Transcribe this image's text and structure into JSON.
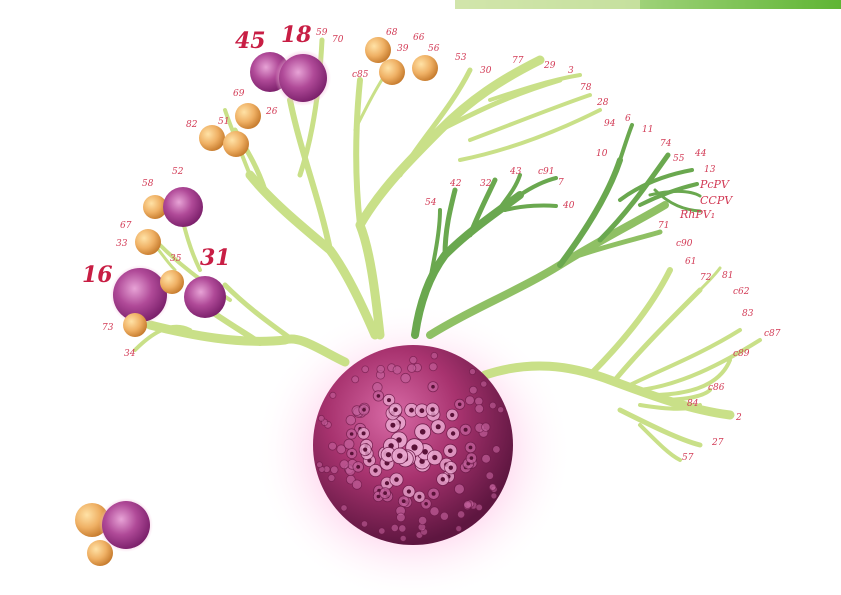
{
  "labels": {
    "type_45": "45",
    "type_18": "18",
    "type_16": "16",
    "type_31": "31",
    "l59": "59",
    "l70": "70",
    "l68": "68",
    "l39": "39",
    "l66": "66",
    "l56": "56",
    "lc85": "c85",
    "l53": "53",
    "l30": "30",
    "l77": "77",
    "l29": "29",
    "l3": "3",
    "l78": "78",
    "l28": "28",
    "l94": "94",
    "l6": "6",
    "l11": "11",
    "l74": "74",
    "l44": "44",
    "l10": "10",
    "l55": "55",
    "l13": "13",
    "pcpv": "PcPV",
    "ccpv": "CCPV",
    "rhpv": "RhPV₁",
    "l71": "71",
    "l69": "69",
    "l26": "26",
    "l82": "82",
    "l51": "51",
    "l58": "58",
    "l52": "52",
    "l67": "67",
    "l33": "33",
    "l35": "35",
    "l73": "73",
    "l34": "34",
    "l54": "54",
    "l42": "42",
    "l32": "32",
    "l43": "43",
    "lc91": "c91",
    "l7": "7",
    "l40": "40",
    "lc90": "c90",
    "l61": "61",
    "l72": "72",
    "l81": "81",
    "lc62": "c62",
    "l83": "83",
    "lc87": "c87",
    "lc89": "c89",
    "lc86": "c86",
    "l84": "84",
    "l2": "2",
    "l27": "27",
    "l57": "57"
  },
  "colors": {
    "label": "#d23a55",
    "label_major": "#c81e44",
    "branch_yellow": "#c9e088",
    "branch_green": "#8fc064",
    "branch_dark": "#6aa84f",
    "virus_core": "#9a2a66",
    "small_virion": "#e6a050",
    "high_risk_virion": "#b23b8e",
    "top_bar": "#7ac143"
  }
}
